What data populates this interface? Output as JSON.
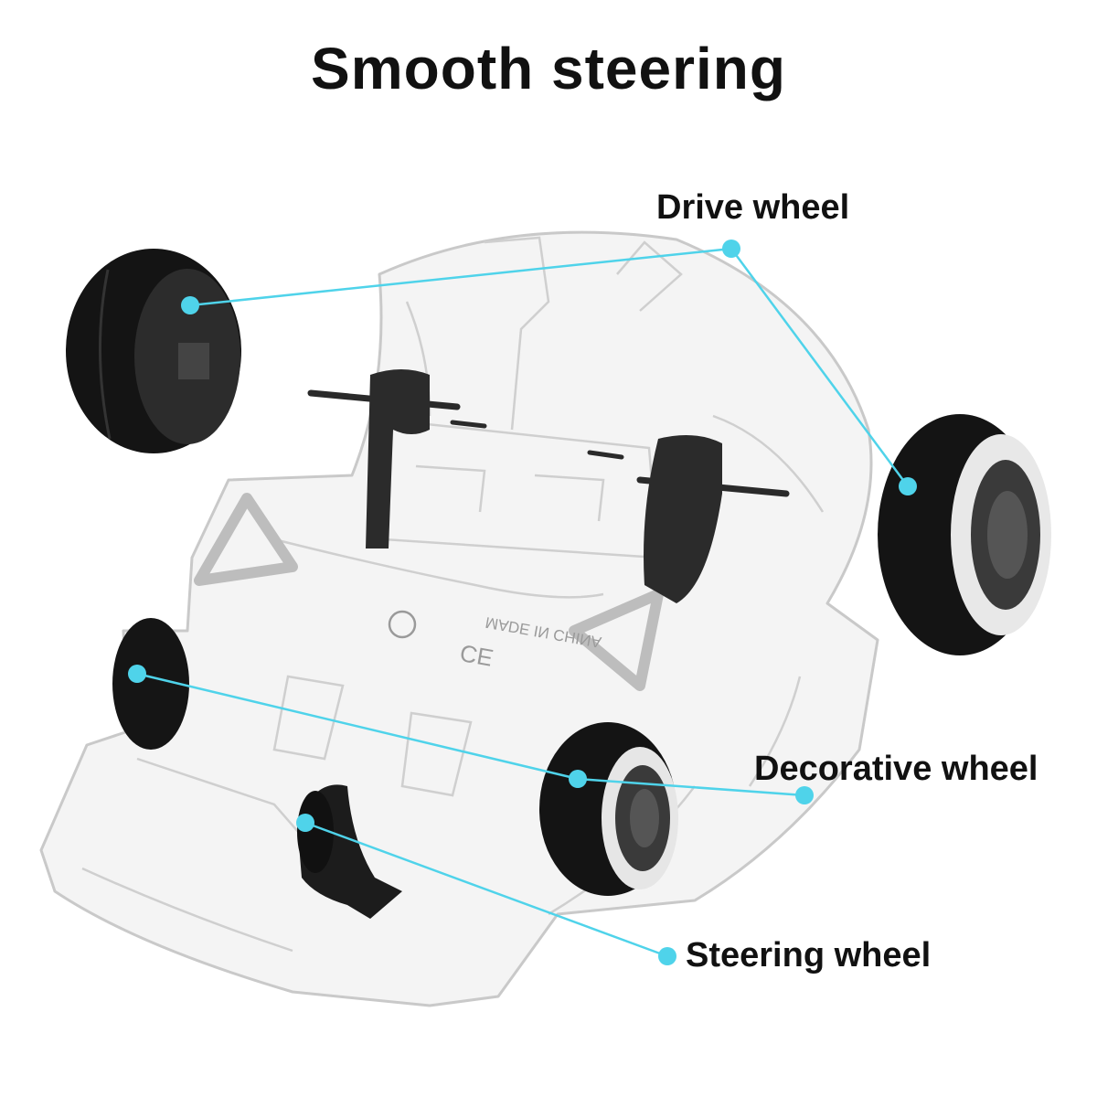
{
  "title": "Smooth steering",
  "labels": {
    "drive_wheel": "Drive wheel",
    "decorative_wheel": "Decorative wheel",
    "steering_wheel": "Steering wheel"
  },
  "chassis_markings": [
    "MADE IN CHINA",
    "CE"
  ],
  "colors": {
    "callout": "#4fd3ea",
    "tire": "#111111",
    "chassis_outline": "#c9c9c9",
    "text": "#111111"
  }
}
